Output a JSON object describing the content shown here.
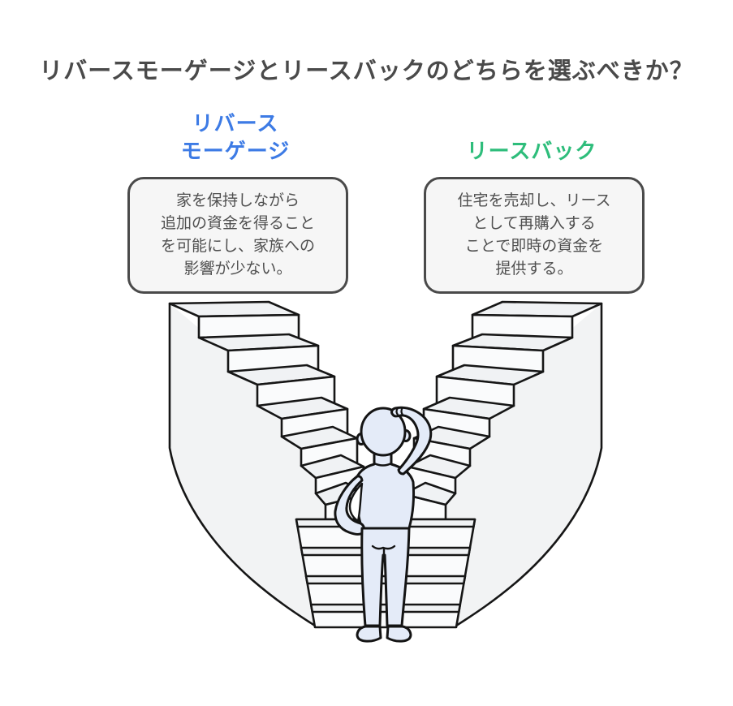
{
  "title": "リバースモーゲージとリースバックのどちらを選ぶべきか？",
  "options": {
    "left": {
      "label": "リバース\nモーゲージ",
      "label_style": "color:#3d7be5",
      "label_color": "#3d7be5",
      "description": "家を保持しながら\n追加の資金を得ること\nを可能にし、家族への\n影響が少ない。"
    },
    "right": {
      "label": "リースバック",
      "label_style": "color:#2ebd7b",
      "label_color": "#2ebd7b",
      "description": "住宅を売却し、リース\nとして再購入する\nことで即時の資金を\n提供する。"
    }
  },
  "illustration": {
    "name": "forked-staircase-with-thinking-person",
    "colors": {
      "outline": "#161616",
      "stair_tread": "#f0f2f4",
      "stair_riser": "#fafbfc",
      "wall": "#f2f3f4",
      "person_fill": "#e4ebf8",
      "box_border": "#4a4a4a",
      "box_fill": "#f6f6f6",
      "title_text": "#4a4a4a",
      "body_text": "#4f4f4f"
    }
  }
}
